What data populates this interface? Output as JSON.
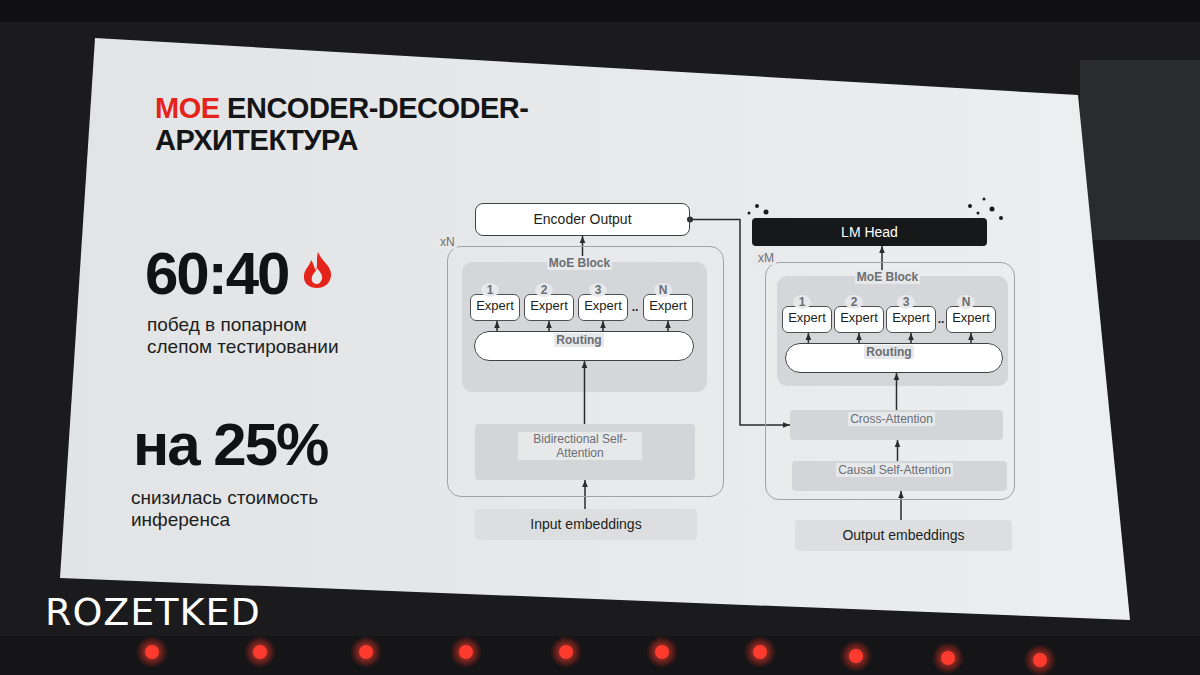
{
  "diagram": {
    "title": "MOE ENCODER-DECODER- АРХИТЕКТУРА",
    "nodes": [
      {
        "text": [
          "Encoder Output"
        ]
      },
      {
        "text": [
          "xN"
        ]
      },
      {
        "text": [
          "MoE Block"
        ],
        "in": 1
      },
      {
        "text": [
          "1",
          "Expert"
        ],
        "in": 2
      },
      {
        "text": [
          "2",
          "Expert"
        ],
        "in": 2
      },
      {
        "text": [
          "3",
          "Expert"
        ],
        "in": 2
      },
      {
        "text": [
          "N",
          "Expert"
        ],
        "in": 2
      },
      {
        "text": [
          "Routing"
        ],
        "in": 2
      },
      {
        "text": [
          "Bidirectional Self-Attention"
        ],
        "in": 1
      },
      {
        "text": [
          "Input embeddings"
        ]
      },
      {
        "text": [
          "LM Head"
        ]
      },
      {
        "text": [
          "xM"
        ]
      },
      {
        "text": [
          "MoE Block"
        ],
        "in": 11
      },
      {
        "text": [
          "1",
          "Expert"
        ],
        "in": 12
      },
      {
        "text": [
          "2",
          "Expert"
        ],
        "in": 12
      },
      {
        "text": [
          "3",
          "Expert"
        ],
        "in": 12
      },
      {
        "text": [
          "N",
          "Expert"
        ],
        "in": 12
      },
      {
        "text": [
          "Routing"
        ],
        "in": 12
      },
      {
        "text": [
          "Cross-Attention"
        ],
        "in": 11
      },
      {
        "text": [
          "Causal Self-Attention"
        ],
        "in": 11
      },
      {
        "text": [
          "Output embeddings"
        ]
      }
    ],
    "edges": [
      {
        "from": 9,
        "to": 8,
        "arrow": "to"
      },
      {
        "from": 8,
        "to": 7,
        "arrow": "to"
      },
      {
        "from": 7,
        "to": 3,
        "arrow": "to"
      },
      {
        "from": 7,
        "to": 4,
        "arrow": "to"
      },
      {
        "from": 7,
        "to": 5,
        "arrow": "to"
      },
      {
        "from": 7,
        "to": 6,
        "arrow": "to"
      },
      {
        "from": 2,
        "to": 0,
        "arrow": "to"
      },
      {
        "from": 0,
        "to": 18,
        "arrow": "to"
      },
      {
        "from": 20,
        "to": 19,
        "arrow": "to"
      },
      {
        "from": 19,
        "to": 18,
        "arrow": "to"
      },
      {
        "from": 18,
        "to": 17,
        "arrow": "to"
      },
      {
        "from": 17,
        "to": 13,
        "arrow": "to"
      },
      {
        "from": 17,
        "to": 14,
        "arrow": "to"
      },
      {
        "from": 17,
        "to": 15,
        "arrow": "to"
      },
      {
        "from": 17,
        "to": 16,
        "arrow": "to"
      },
      {
        "from": 12,
        "to": 10,
        "arrow": "to"
      }
    ],
    "labels": [
      "60:40",
      "побед в попарном слепом тестировании",
      "на 25%",
      "снизилась стоимость инференса",
      "..",
      "..",
      "ROZETKED"
    ]
  }
}
